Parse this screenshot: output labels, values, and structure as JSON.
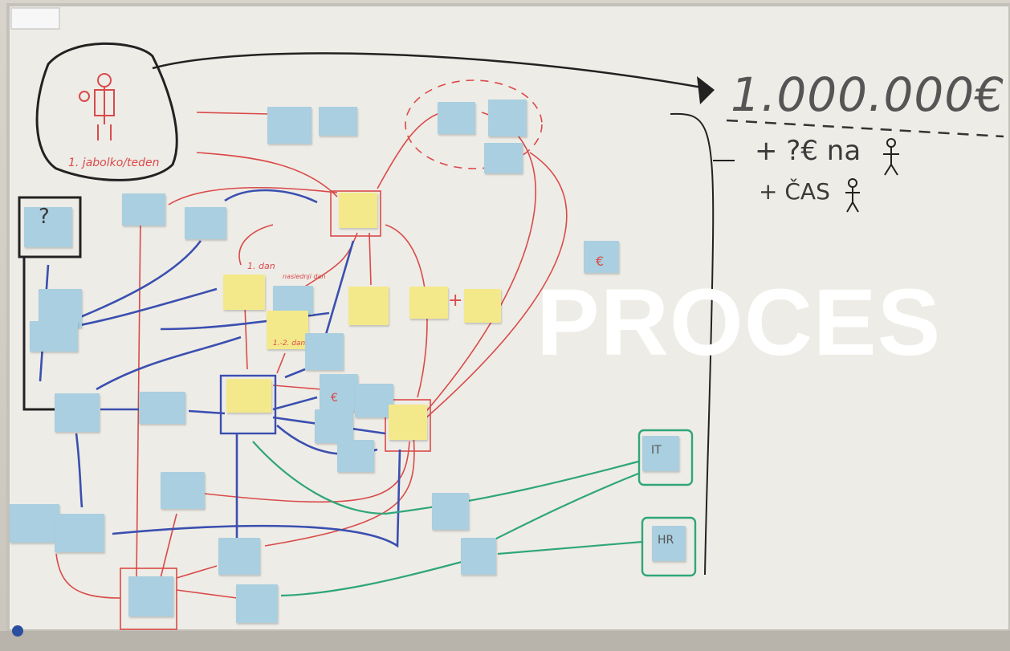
{
  "overlay": {
    "title": "PROCES"
  },
  "board": {
    "amount": "1.000.000€",
    "line_cost": "+ ?€ na",
    "line_time": "+ ČAS",
    "customer_caption": "1. jabolko/teden",
    "question_mark": "?",
    "label_day1": "1. dan",
    "label_next_day": "naslednji dan",
    "label_days": "1.-2. dan",
    "note_euro_a": "€",
    "note_euro_b": "€",
    "plus_sign": "+",
    "note_label_a": "IT",
    "note_label_b": "HR"
  },
  "colors": {
    "whiteboard": "#eeece6",
    "note_blue": "#a9cfe0",
    "note_yellow": "#f4e98a",
    "marker_red": "#d94a4a",
    "marker_blue": "#3a4fb0",
    "marker_green": "#2fa67a",
    "marker_black": "#222222"
  }
}
